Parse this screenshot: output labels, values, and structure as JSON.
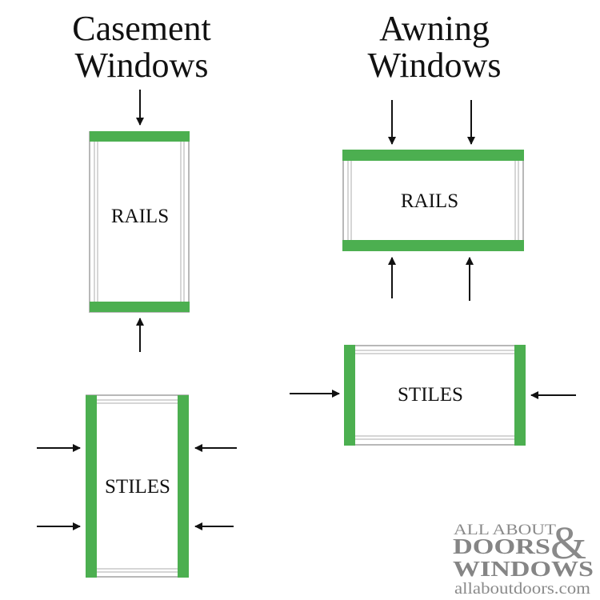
{
  "titles": {
    "casement_line1": "Casement",
    "casement_line2": "Windows",
    "awning_line1": "Awning",
    "awning_line2": "Windows"
  },
  "diagrams": {
    "casement_rails_label": "RAILS",
    "casement_stiles_label": "STILES",
    "awning_rails_label": "RAILS",
    "awning_stiles_label": "STILES"
  },
  "logo": {
    "line1": "ALL ABOUT",
    "doors": "DOORS",
    "ampersand": "&",
    "windows": "WINDOWS",
    "url": "allaboutdoors.com"
  },
  "colors": {
    "highlight_green": "#4caf50",
    "frame_gray": "#b8b8b8",
    "arrow": "#111111",
    "logo_gray": "#8a8a8a"
  },
  "icons": [
    "arrow-down-icon",
    "arrow-up-icon",
    "arrow-right-icon",
    "arrow-left-icon"
  ]
}
